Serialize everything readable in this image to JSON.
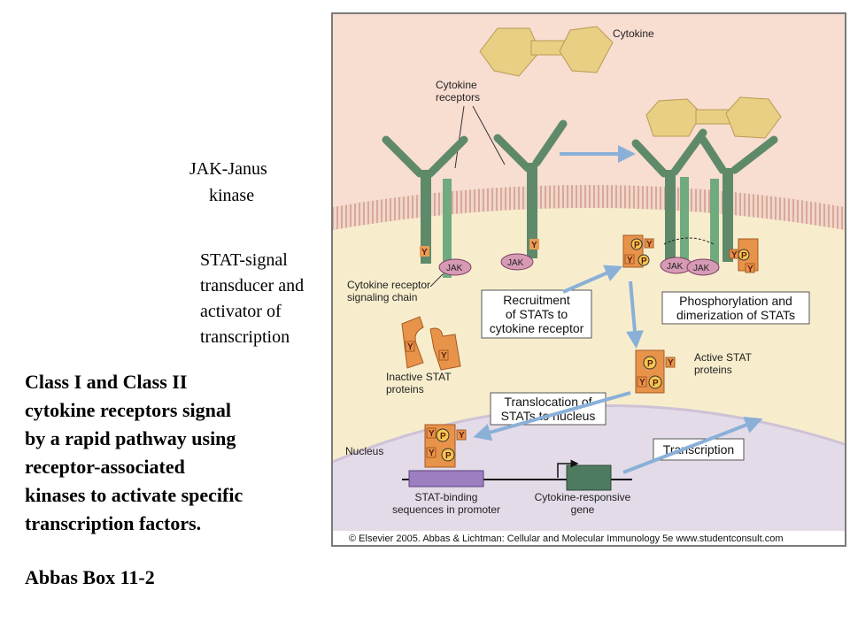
{
  "side_text": {
    "jak_line1": "JAK-Janus",
    "jak_line2": "kinase",
    "stat_lines": [
      "STAT-signal",
      "transducer and",
      "activator of",
      "transcription"
    ],
    "caption_lines": [
      "Class I and Class II",
      "cytokine receptors signal",
      "by a rapid pathway using",
      "receptor-associated",
      "kinases to activate specific",
      "transcription factors."
    ],
    "source": "Abbas Box 11-2"
  },
  "figure": {
    "cytokine": "Cytokine",
    "receptors_line1": "Cytokine",
    "receptors_line2": "receptors",
    "signaling_chain_line1": "Cytokine receptor",
    "signaling_chain_line2": "signaling chain",
    "jak": "JAK",
    "y": "Y",
    "p": "P",
    "recruitment_lines": [
      "Recruitment",
      "of STATs to",
      "cytokine receptor"
    ],
    "phosphorylation_lines": [
      "Phosphorylation and",
      "dimerization of STATs"
    ],
    "active_stat_line1": "Active STAT",
    "active_stat_line2": "proteins",
    "inactive_stat_line1": "Inactive STAT",
    "inactive_stat_line2": "proteins",
    "translocation_lines": [
      "Translocation of",
      "STATs to nucleus"
    ],
    "nucleus": "Nucleus",
    "transcription": "Transcription",
    "stat_binding_line1": "STAT-binding",
    "stat_binding_line2": "sequences in promoter",
    "gene_line1": "Cytokine-responsive",
    "gene_line2": "gene",
    "copyright": "© Elsevier 2005. Abbas & Lichtman: Cellular and Molecular Immunology 5e www.studentconsult.com"
  },
  "colors": {
    "outside": "#f8ddd1",
    "cytoplasm": "#f7edcd",
    "nucleus": "#e3dce8",
    "receptor": "#5e8a6a",
    "cytokine": "#e9cf84",
    "stat": "#e8934a",
    "jak": "#d79ab4",
    "arrow": "#8ab0d8"
  }
}
